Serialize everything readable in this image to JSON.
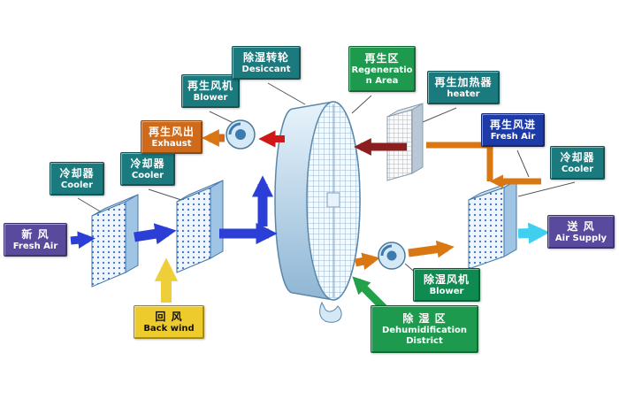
{
  "diagram": {
    "subject": "rotary-desiccant-dehumidification-system",
    "palette": {
      "teal_label": "#1a7a7e",
      "purple_label": "#5a4a9e",
      "yellow_label": "#eecb2d",
      "orange_label": "#cf6a1a",
      "blue_label": "#1c3aa8",
      "green_label": "#1e9a4e",
      "green_dark_label": "#0f8a50",
      "arrow_blue": "#2b3fd6",
      "arrow_yellow": "#eecf3a",
      "arrow_orange": "#d97713",
      "arrow_red": "#d01818",
      "arrow_dark_red": "#8b1f1f",
      "arrow_cyan": "#3fd0f0",
      "arrow_green": "#22a04a",
      "wheel_body": "#c5ddf0"
    }
  },
  "labels": {
    "fresh_air_in": {
      "zh": "新  风",
      "en": "Fresh Air"
    },
    "cooler_left_1": {
      "zh": "冷却器",
      "en": "Cooler"
    },
    "cooler_left_2": {
      "zh": "冷却器",
      "en": "Cooler"
    },
    "back_wind": {
      "zh": "回  风",
      "en": "Back wind"
    },
    "regen_blower": {
      "zh": "再生风机",
      "en": "Blower"
    },
    "exhaust": {
      "zh": "再生风出",
      "en": "Exhaust"
    },
    "desiccant": {
      "zh": "除湿转轮",
      "en": "Desiccant"
    },
    "regen_area": {
      "zh": "再生区",
      "en": "Regeneration Area"
    },
    "heater": {
      "zh": "再生加热器",
      "en": "heater"
    },
    "regen_fresh_air": {
      "zh": "再生风进",
      "en": "Fresh Air"
    },
    "cooler_right": {
      "zh": "冷却器",
      "en": "Cooler"
    },
    "air_supply": {
      "zh": "送  风",
      "en": "Air Supply"
    },
    "dehum_blower": {
      "zh": "除湿风机",
      "en": "Blower"
    },
    "dehum_district": {
      "zh": "除 湿 区",
      "en": "Dehumidification District"
    }
  }
}
